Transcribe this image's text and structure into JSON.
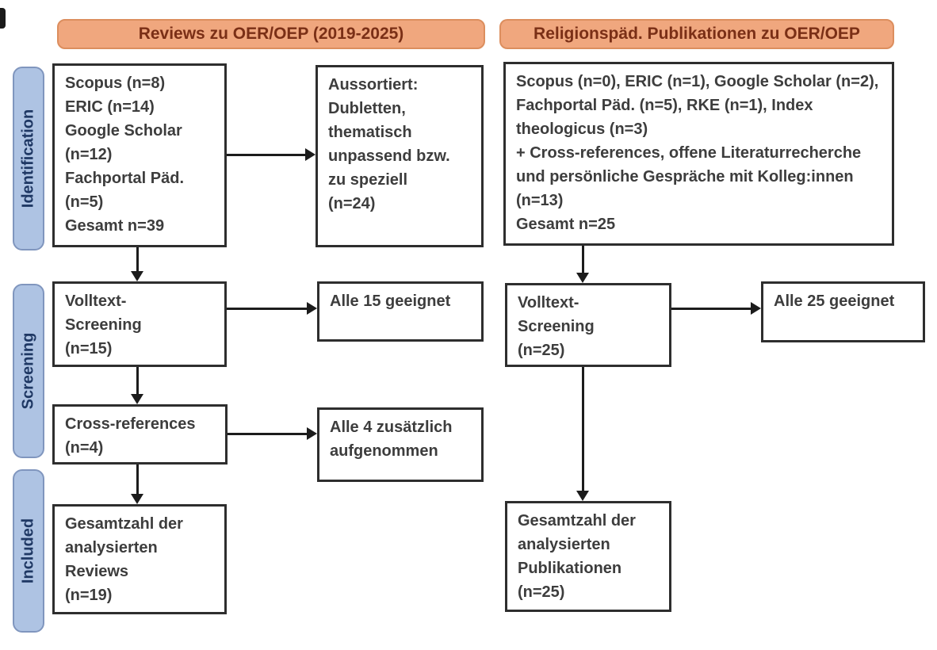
{
  "colors": {
    "header_fill": "#F0A77E",
    "header_border": "#DC8E5E",
    "header_text": "#7A2F16",
    "stage_fill": "#AEC3E3",
    "stage_border": "#8096BE",
    "stage_text": "#1F3864",
    "box_border": "#2E2E2E",
    "box_text": "#3D3D3D",
    "arrow": "#1C1C1C"
  },
  "stages": {
    "identification": "Identification",
    "screening": "Screening",
    "included": "Included"
  },
  "panels": {
    "left": {
      "header": "Reviews zu OER/OEP (2019-2025)",
      "boxes": {
        "sources": "Scopus (n=8)\nERIC (n=14)\nGoogle Scholar\n(n=12)\nFachportal Päd.\n(n=5)\nGesamt n=39",
        "excluded": "Aussortiert:\nDubletten,\nthematisch\nunpassend bzw.\nzu speziell\n(n=24)",
        "fulltext": "Volltext-\nScreening\n(n=15)",
        "eligible": "Alle 15 geeignet",
        "crossref": "Cross-references\n(n=4)",
        "added": "Alle 4 zusätzlich\naufgenommen",
        "included": "Gesamtzahl der\nanalysierten\nReviews\n(n=19)"
      }
    },
    "right": {
      "header": "Religionspäd. Publikationen zu OER/OEP",
      "boxes": {
        "sources": "Scopus (n=0), ERIC (n=1), Google Scholar (n=2),\nFachportal Päd. (n=5), RKE (n=1), Index\ntheologicus (n=3)\n+ Cross-references, offene Literaturrecherche\nund persönliche Gespräche mit Kolleg:innen\n(n=13)\nGesamt n=25",
        "fulltext": "Volltext-\nScreening\n(n=25)",
        "eligible": "Alle 25 geeignet",
        "included": "Gesamtzahl der\nanalysierten\nPublikationen\n(n=25)"
      }
    }
  }
}
